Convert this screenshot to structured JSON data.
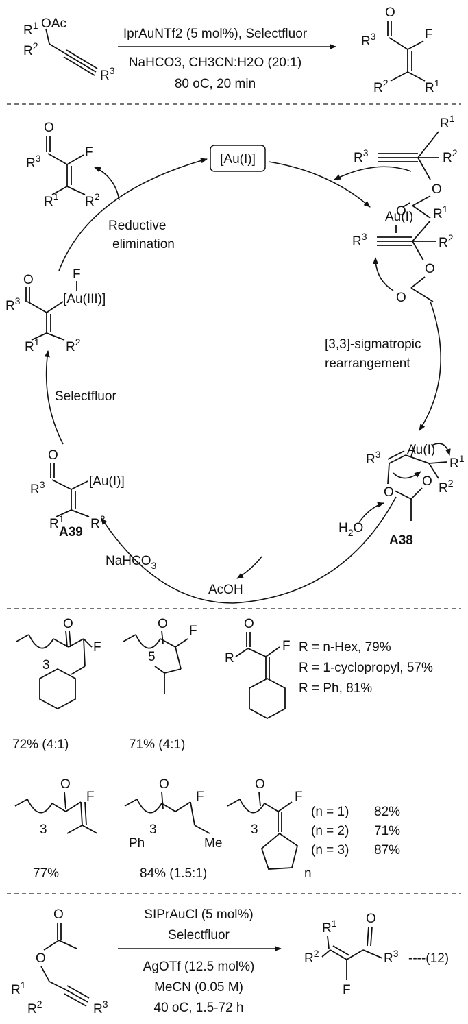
{
  "scheme_top": {
    "reactant": {
      "oac": "OAc",
      "r1": "R",
      "r1s": "1",
      "r2": "R",
      "r2s": "2",
      "r3": "R",
      "r3s": "3"
    },
    "conditions": [
      "IprAuNTf2 (5 mol%), Selectfluor",
      "NaHCO3, CH3CN:H2O (20:1)",
      "80 oC, 20 min"
    ],
    "product": {
      "o": "O",
      "f": "F",
      "r3": "R",
      "r3s": "3",
      "r2": "R",
      "r2s": "2",
      "r1": "R",
      "r1s": "1"
    }
  },
  "cycle": {
    "catalyst": "[Au(I)]",
    "step_reductive": "Reductive elimination",
    "step_sigmatropic": "[3,3]-sigmatropic rearrangement",
    "step_selectfluor": "Selectfluor",
    "base": "NaHCO3",
    "byproduct": "AcOH",
    "water": "H2O",
    "label_a38": "A38",
    "label_a39": "A39",
    "au_i": "Au(I)",
    "au_iii": "[Au(III)]",
    "au_i_bracket": "[Au(I)]"
  },
  "substrates": {
    "row1": [
      {
        "yield": "72% (4:1)",
        "sub": "3"
      },
      {
        "yield": "71% (4:1)",
        "sub": "5"
      },
      {
        "variants": [
          "R = n-Hex, 79%",
          "R = 1-cyclopropyl, 57%",
          "R = Ph, 81%"
        ]
      }
    ],
    "row2": [
      {
        "yield": "77%",
        "sub": "3"
      },
      {
        "yield": "84% (1.5:1)",
        "sub": "3",
        "ph": "Ph",
        "me": "Me"
      },
      {
        "sub": "3",
        "n": "n",
        "variants": [
          "(n = 1)",
          "(n = 2)",
          "(n = 3)"
        ],
        "yields": [
          "82%",
          "71%",
          "87%"
        ]
      }
    ]
  },
  "scheme_bottom": {
    "conditions": [
      "SIPrAuCl (5 mol%)",
      "Selectfluor",
      "AgOTf (12.5 mol%)",
      "MeCN (0.05 M)",
      "40 oC, 1.5-72 h"
    ],
    "equation_label": "----(12)"
  }
}
